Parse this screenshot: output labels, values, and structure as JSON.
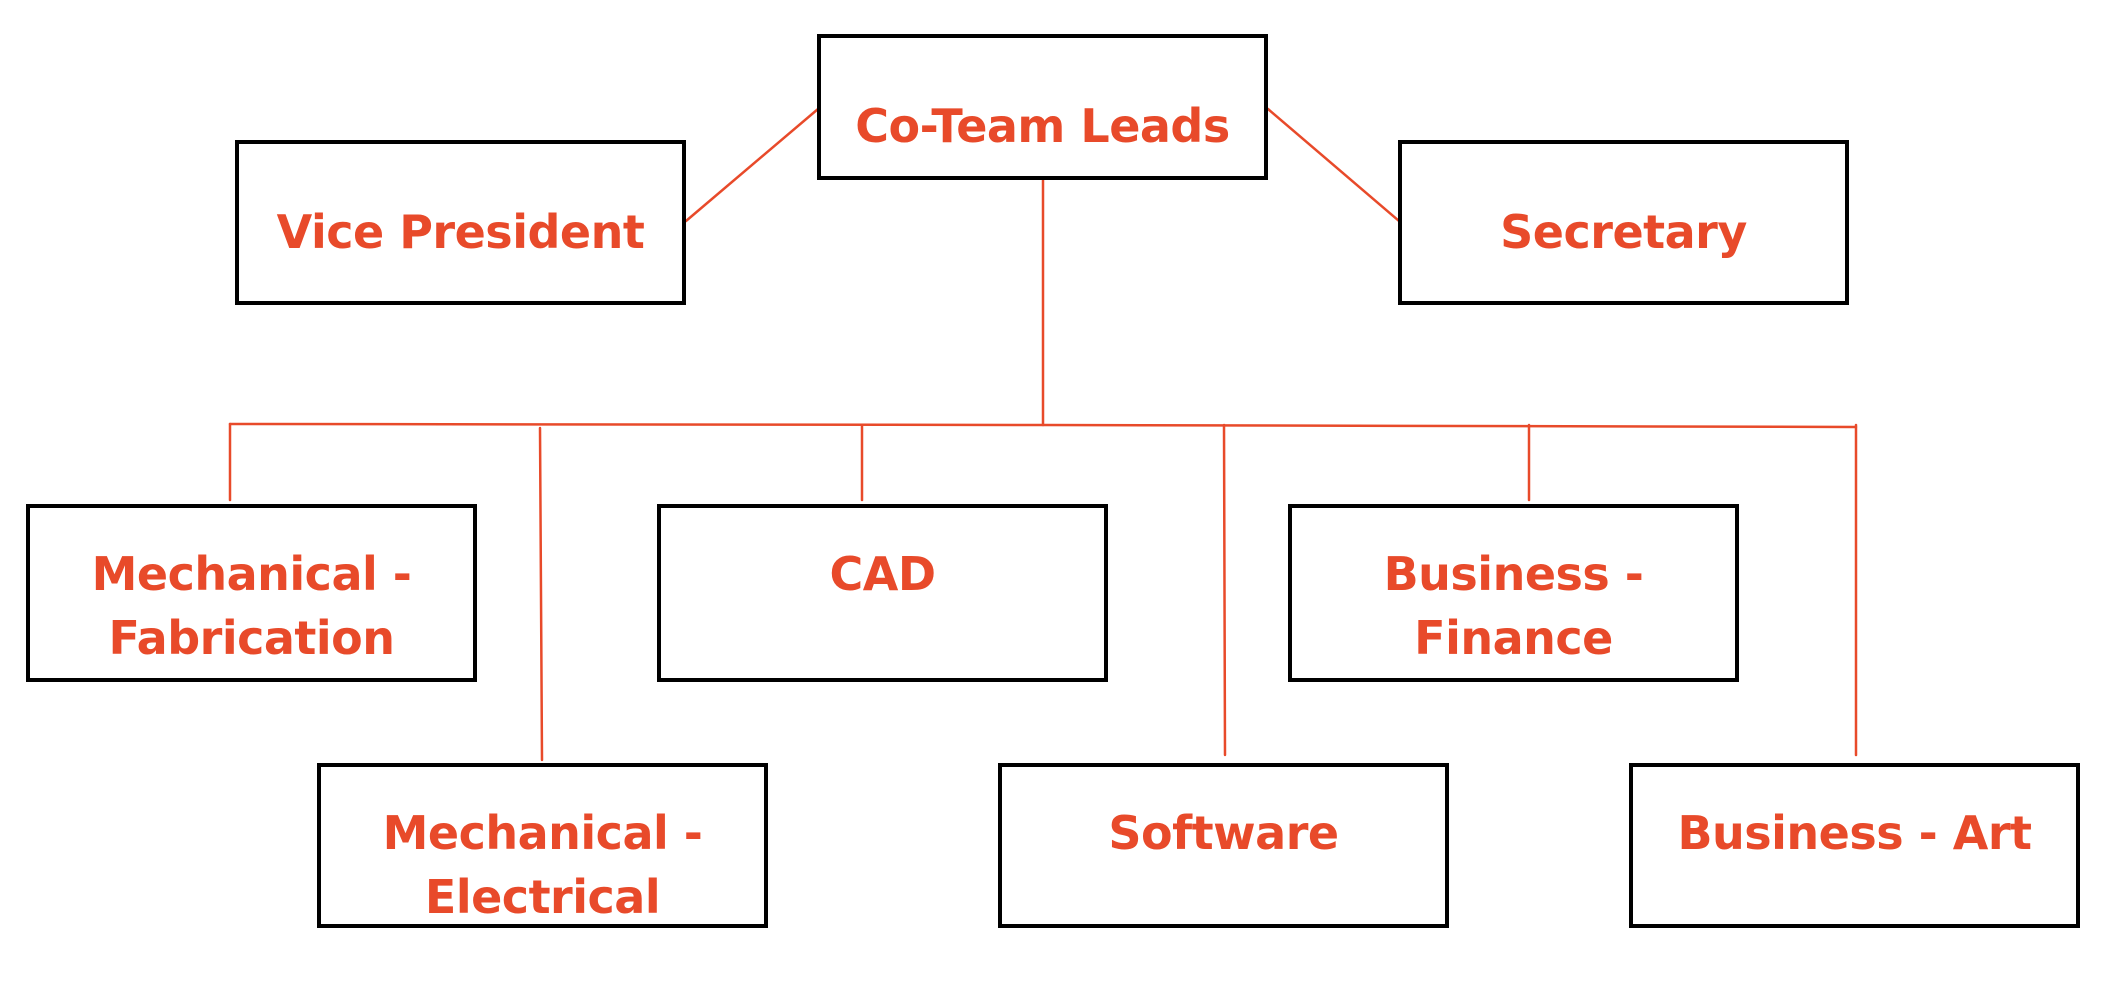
{
  "colors": {
    "text": "#e84a2a",
    "connector": "#e84a2a",
    "box_border": "#000000",
    "background": "#ffffff"
  },
  "org_chart": {
    "top": {
      "co_team_leads": {
        "lines": [
          "Co-Team Leads"
        ]
      }
    },
    "officers": {
      "vice_president": {
        "lines": [
          "Vice President"
        ]
      },
      "secretary": {
        "lines": [
          "Secretary"
        ]
      }
    },
    "subteams": {
      "mechanical_fabrication": {
        "lines": [
          "Mechanical -",
          "Fabrication"
        ]
      },
      "cad": {
        "lines": [
          "CAD"
        ]
      },
      "business_finance": {
        "lines": [
          "Business -",
          "Finance"
        ]
      },
      "mechanical_electrical": {
        "lines": [
          "Mechanical -",
          "Electrical"
        ]
      },
      "software": {
        "lines": [
          "Software"
        ]
      },
      "business_art": {
        "lines": [
          "Business - Art"
        ]
      }
    }
  }
}
